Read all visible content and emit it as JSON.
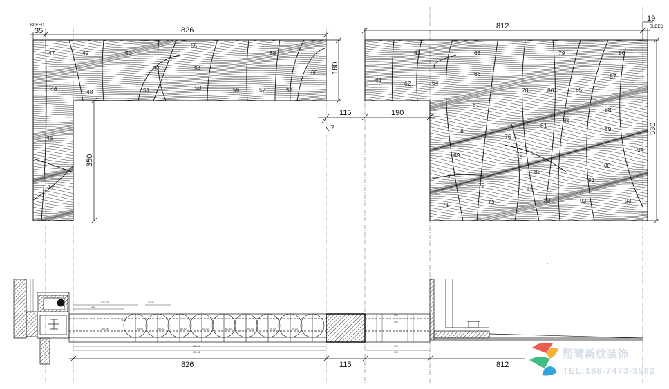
{
  "dimensions": {
    "bleed_left": "35",
    "top_left_width": "826",
    "top_right_width": "812",
    "bleed_right": "19",
    "height_180": "180",
    "height_530": "530",
    "depth_350": "350",
    "gap_115": "115",
    "offset_7": "7",
    "return_190": "190",
    "bottom_826": "826",
    "bottom_115": "115",
    "bottom_812": "812"
  },
  "bleed_label": "BLEED",
  "panel_numbers_left": [
    "47",
    "46",
    "45",
    "44",
    "49",
    "48",
    "50",
    "51",
    "52",
    "55",
    "54",
    "53",
    "56",
    "57",
    "58",
    "59",
    "60"
  ],
  "panel_numbers_right": [
    "61",
    "62",
    "63",
    "64",
    "65",
    "66",
    "67",
    "8",
    "69",
    "70",
    "71",
    "72",
    "73",
    "76",
    "75",
    "74",
    "77",
    "78",
    "79",
    "80",
    "81",
    "82",
    "83",
    "84",
    "85",
    "86",
    "87",
    "88",
    "89",
    "90",
    "91",
    "92",
    "93",
    "94"
  ],
  "section_small_labels": [
    "870.78",
    "81.34",
    "140",
    "159.56",
    "1008",
    "60.00",
    "60.00",
    "60.00",
    "60.00",
    "60.00",
    "60.00",
    "60.00",
    "60.00",
    "734.00",
    "750.92",
    "100",
    "100",
    "190",
    "190"
  ],
  "watermark": {
    "name": "翔鹭新纹装饰",
    "tel": "TEL:188-7473-3582",
    "colors": [
      "#e94b3c",
      "#f7a823",
      "#2bb673",
      "#1c9ad6"
    ]
  }
}
